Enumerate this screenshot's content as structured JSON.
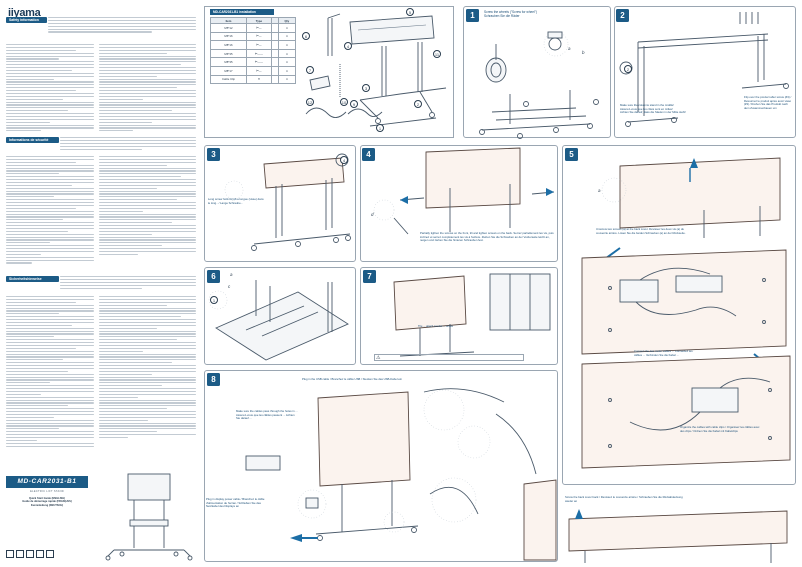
{
  "brand": {
    "logo": "iiyama",
    "tagline": "Printed in ..."
  },
  "left_column": {
    "sections": [
      {
        "id": "safety",
        "heading": "Safety information"
      },
      {
        "id": "safety-fr",
        "heading": "Informations de sécurité"
      },
      {
        "id": "safety-de",
        "heading": "Sicherheitshinweise"
      }
    ],
    "model": "MD-CAR2031-B1",
    "model_subtitle": "ELECTRIC LIFT STAND",
    "guides": [
      "Quick Start Guide (ENGLISH)",
      "Guide de démarrage rapide (FRANÇAIS)",
      "Kurzanleitung (DEUTSCH)"
    ]
  },
  "parts": {
    "title": "MD-CAR2031-B1 installation",
    "columns": [
      "Item",
      "Type",
      "",
      "Qty"
    ],
    "rows": [
      {
        "item": "M5*12",
        "qty": "4"
      },
      {
        "item": "M6*16",
        "qty": "4"
      },
      {
        "item": "M8*16",
        "qty": "4"
      },
      {
        "item": "M6*35",
        "qty": "4"
      },
      {
        "item": "M8*35",
        "qty": "4"
      },
      {
        "item": "M8*17",
        "qty": "4"
      },
      {
        "item": "Cable Clip",
        "qty": "4"
      }
    ],
    "component_numbers": [
      "1",
      "2",
      "3",
      "4",
      "5",
      "6",
      "7",
      "9",
      "10",
      "11",
      "12"
    ]
  },
  "steps": [
    {
      "num": "1",
      "callout": "Screw the wheels (\"Screw for wheel\")\nSchrauben Sie die Räder"
    },
    {
      "num": "2",
      "callout": "Make sure the columns stand in the middle!\nAssurez-vous que les côtés sont en milieu!\nAchten Sie darauf, dass die Säulen in der Mitte steht!",
      "callout2": "Flip over the product after screw (#3) / Retournez le produit après avoir vissé (#3) / Drehen Sie das Produkt nach dem Zusammenbauen um"
    },
    {
      "num": "3",
      "callout": "Long screw hold-G(x)/La longue (visse) dans le long.. / Lange Schraube..."
    },
    {
      "num": "4",
      "callout": "Partially tighten the screws on the front, tilt and tighten screws on the back. Serrez partiellement les vis, puis inclinez et serrez complètement les vis à l'arrière. Ziehen Sie die Schrauben an der Vorderseite leicht an, neigen und ziehen Sie die hinteren Schrauben fest."
    },
    {
      "num": "5",
      "callout": "Unscrew two screws (a) at the back cover. Dévissez les deux vis (a) du couvercle arrière. Lösen Sie die beiden Schrauben (a) an der Rückseite."
    },
    {
      "num": "6",
      "callout": ""
    },
    {
      "num": "7",
      "callout": "The ... attach monitor ... screw"
    },
    {
      "num": "8",
      "callout": "Plug in the USB cable / Branchez le câble USB / Stecken Sie das USB-Kabel ein",
      "callout2": "Make sure the cables pass through the holes in ... Assurez-vous que les câbles passent ... Achten Sie darauf ...",
      "callout3": "Plug in display power cable / Branchez le câble d'alimentation de l'écran / Schließen Sie das Netzkabel des Displays an"
    }
  ],
  "step5_notes": {
    "connect": "Connect the two motor cables ... Connectez les câbles ... Verbinden Sie die Kabel ...",
    "organize": "Organize the cables with cable clips / Organisez les câbles avec des clips / Ordnen Sie die Kabel mit Kabelclips"
  },
  "step8_note": "Screw the back cover back / Revissez le couvercle arrière / Schrauben Sie die Rückabdeckung wieder an",
  "colors": {
    "accent": "#1c5b86",
    "callout": "#1c6ea6",
    "line": "#4a5a6a"
  }
}
